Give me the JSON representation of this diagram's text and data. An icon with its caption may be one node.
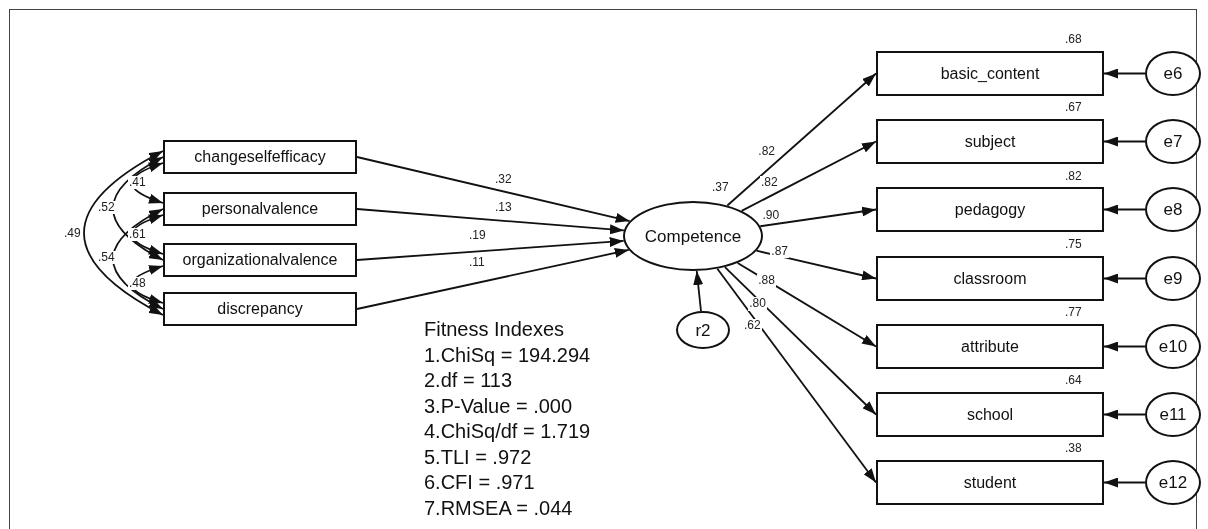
{
  "diagram": {
    "nodes": [
      {
        "text": [
          "changeselfefficacy"
        ]
      },
      {
        "text": [
          "personalvalence"
        ]
      },
      {
        "text": [
          "organizationalvalence"
        ]
      },
      {
        "text": [
          "discrepancy"
        ]
      },
      {
        "text": [
          "Competence"
        ],
        "beside": [
          ".37"
        ]
      },
      {
        "text": [
          "r2"
        ]
      },
      {
        "text": [
          "basic_content"
        ],
        "beside": [
          ".68"
        ]
      },
      {
        "text": [
          "subject"
        ],
        "beside": [
          ".67"
        ]
      },
      {
        "text": [
          "pedagogy"
        ],
        "beside": [
          ".82"
        ]
      },
      {
        "text": [
          "classroom"
        ],
        "beside": [
          ".75"
        ]
      },
      {
        "text": [
          "attribute"
        ],
        "beside": [
          ".77"
        ]
      },
      {
        "text": [
          "school"
        ],
        "beside": [
          ".64"
        ]
      },
      {
        "text": [
          "student"
        ],
        "beside": [
          ".38"
        ]
      },
      {
        "text": [
          "e6"
        ]
      },
      {
        "text": [
          "e7"
        ]
      },
      {
        "text": [
          "e8"
        ]
      },
      {
        "text": [
          "e9"
        ]
      },
      {
        "text": [
          "e10"
        ]
      },
      {
        "text": [
          "e11"
        ]
      },
      {
        "text": [
          "e12"
        ]
      }
    ],
    "edges": [
      {
        "from": 0,
        "to": 4,
        "arrow": "to",
        "label": ".32"
      },
      {
        "from": 1,
        "to": 4,
        "arrow": "to",
        "label": ".13"
      },
      {
        "from": 2,
        "to": 4,
        "arrow": "to",
        "label": ".19"
      },
      {
        "from": 3,
        "to": 4,
        "arrow": "to",
        "label": ".11"
      },
      {
        "from": 5,
        "to": 4,
        "arrow": "to"
      },
      {
        "from": 4,
        "to": 6,
        "arrow": "to",
        "label": ".82"
      },
      {
        "from": 4,
        "to": 7,
        "arrow": "to",
        "label": ".82"
      },
      {
        "from": 4,
        "to": 8,
        "arrow": "to",
        "label": ".90"
      },
      {
        "from": 4,
        "to": 9,
        "arrow": "to",
        "label": ".87"
      },
      {
        "from": 4,
        "to": 10,
        "arrow": "to",
        "label": ".88"
      },
      {
        "from": 4,
        "to": 11,
        "arrow": "to",
        "label": ".80"
      },
      {
        "from": 4,
        "to": 12,
        "arrow": "to",
        "label": ".62"
      },
      {
        "from": 13,
        "to": 6,
        "arrow": "to"
      },
      {
        "from": 14,
        "to": 7,
        "arrow": "to"
      },
      {
        "from": 15,
        "to": 8,
        "arrow": "to"
      },
      {
        "from": 16,
        "to": 9,
        "arrow": "to"
      },
      {
        "from": 17,
        "to": 10,
        "arrow": "to"
      },
      {
        "from": 18,
        "to": 11,
        "arrow": "to"
      },
      {
        "from": 19,
        "to": 12,
        "arrow": "to"
      },
      {
        "from": 0,
        "to": 1,
        "arrow": "both",
        "label": ".41"
      },
      {
        "from": 1,
        "to": 2,
        "arrow": "both",
        "label": ".61"
      },
      {
        "from": 2,
        "to": 3,
        "arrow": "both",
        "label": ".48"
      },
      {
        "from": 0,
        "to": 2,
        "arrow": "both",
        "label": ".52"
      },
      {
        "from": 1,
        "to": 3,
        "arrow": "both",
        "label": ".54"
      },
      {
        "from": 0,
        "to": 3,
        "arrow": "both",
        "label": ".49"
      }
    ],
    "labels": [
      "Fitness Indexes",
      "1.ChiSq = 194.294",
      "2.df = 113",
      "3.P-Value = .000",
      "4.ChiSq/df = 1.719",
      "5.TLI = .972",
      "6.CFI = .971",
      "7.RMSEA = .044"
    ]
  }
}
